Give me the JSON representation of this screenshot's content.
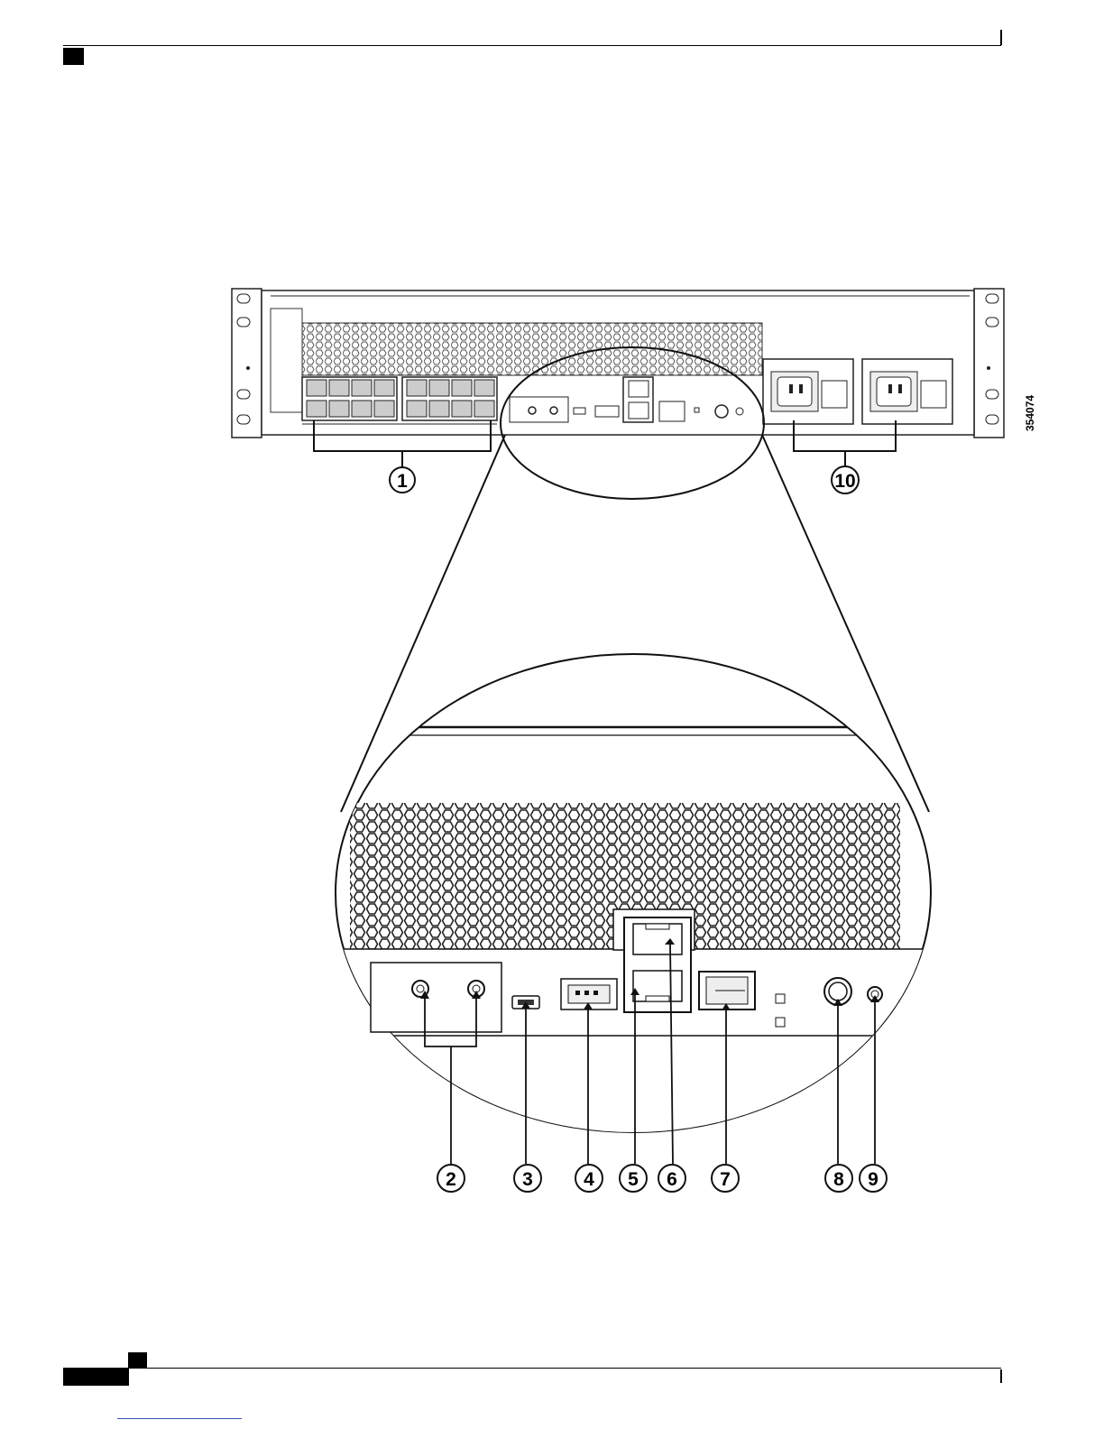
{
  "figure": {
    "id": "354074",
    "callouts": [
      "1",
      "2",
      "3",
      "4",
      "5",
      "6",
      "7",
      "8",
      "9",
      "10"
    ]
  }
}
